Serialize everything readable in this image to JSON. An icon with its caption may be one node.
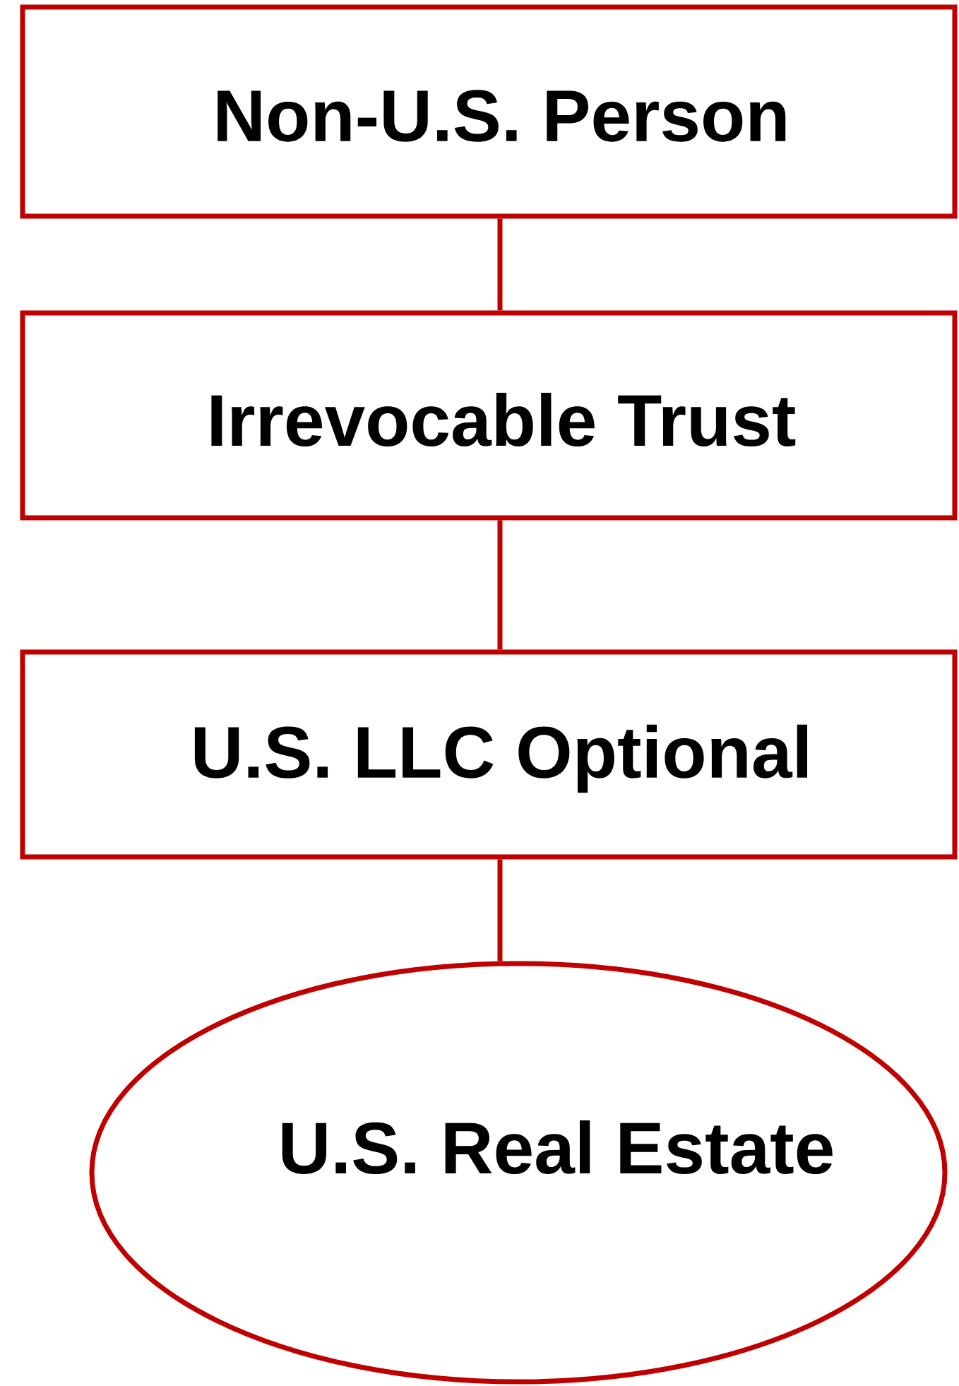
{
  "diagram": {
    "nodes": [
      {
        "text": [
          "Non-U.S. Person"
        ]
      },
      {
        "text": [
          "Irrevocable Trust"
        ]
      },
      {
        "text": [
          "U.S. LLC Optional"
        ]
      },
      {
        "text": [
          "U.S. Real Estate"
        ]
      }
    ],
    "edges": [
      {
        "from": 0,
        "to": 1,
        "arrow": "none"
      },
      {
        "from": 1,
        "to": 2,
        "arrow": "none"
      },
      {
        "from": 2,
        "to": 3,
        "arrow": "none"
      }
    ]
  }
}
